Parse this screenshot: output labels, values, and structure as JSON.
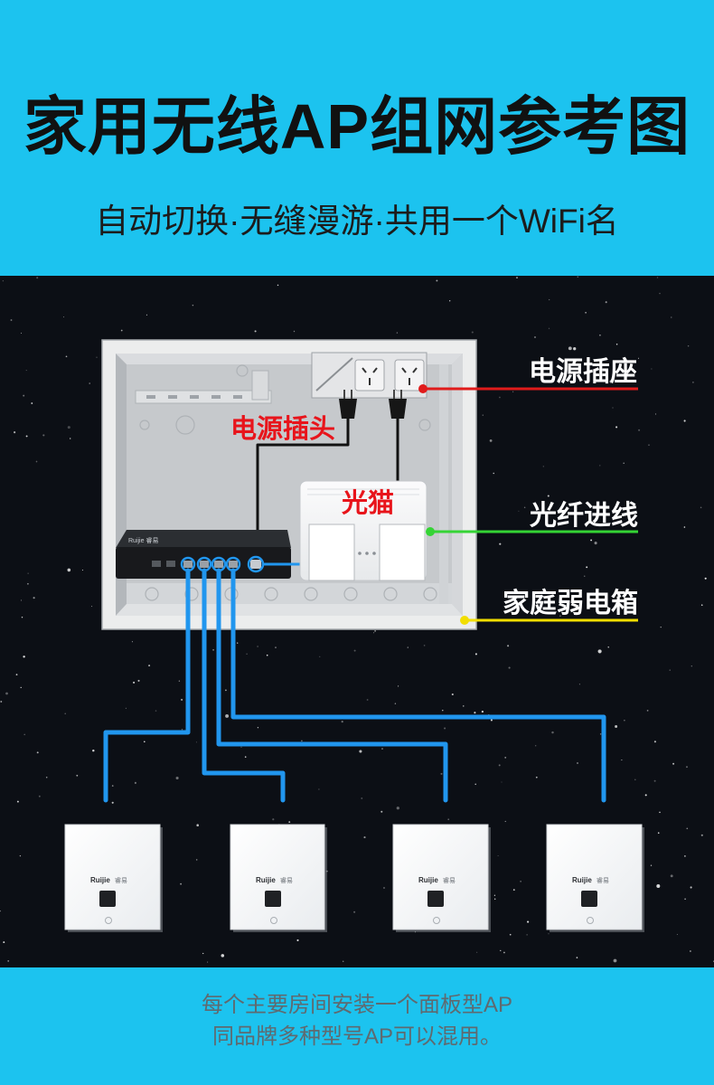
{
  "header": {
    "title": "家用无线AP组网参考图",
    "subtitle": "自动切换·无缝漫游·共用一个WiFi名"
  },
  "diagram": {
    "power_socket_label": "电源插座",
    "power_plug_label": "电源插头",
    "modem_label": "光猫",
    "fiber_label": "光纤进线",
    "weak_box_label": "家庭弱电箱",
    "router_brand": "Ruijie 睿易",
    "ap_panels": [
      {
        "brand": "Ruijie",
        "brand_cn": "睿易"
      },
      {
        "brand": "Ruijie",
        "brand_cn": "睿易"
      },
      {
        "brand": "Ruijie",
        "brand_cn": "睿易"
      },
      {
        "brand": "Ruijie",
        "brand_cn": "睿易"
      }
    ]
  },
  "footer": {
    "line1": "每个主要房间安装一个面板型AP",
    "line2": "同品牌多种型号AP可以混用。"
  },
  "colors": {
    "band": "#1cc3ef",
    "night_sky": "#0c0f15",
    "title_text": "#111111",
    "footer_text": "#5f6a70",
    "network_cable": "#2196ee",
    "power_socket_line": "#e01b1b",
    "fiber_line": "#35d435",
    "weak_box_line": "#f2de00",
    "callout_text": "#ffffff",
    "inline_label_text": "#e8141b"
  }
}
